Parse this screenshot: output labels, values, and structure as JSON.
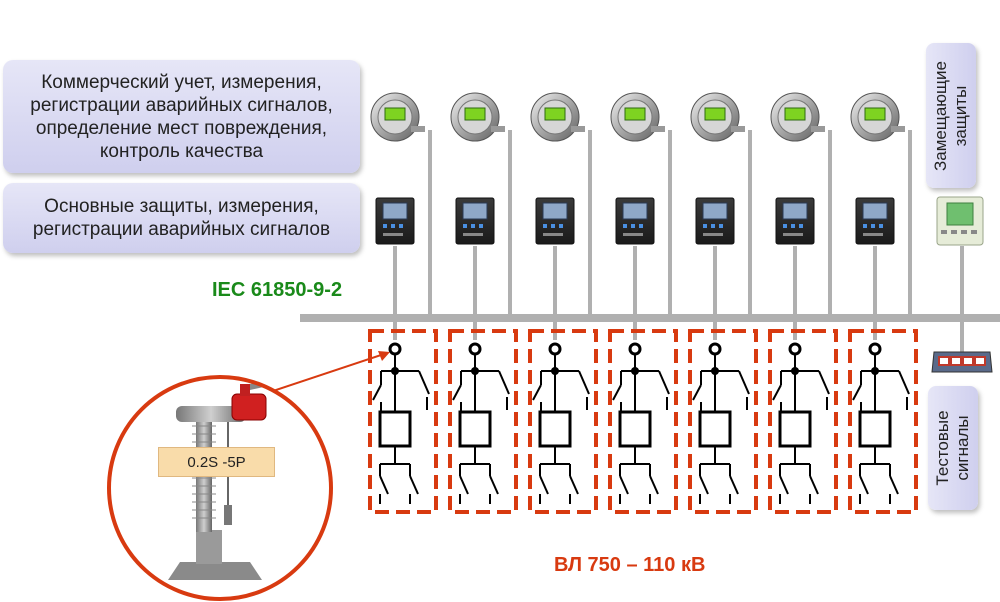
{
  "boxes": {
    "commercial": [
      "Коммерческий учет, измерения,",
      "регистрации аварийных сигналов,",
      "определение мест повреждения,",
      "контроль качества"
    ],
    "main_protection": [
      "Основные защиты, измерения,",
      "регистрации аварийных сигналов"
    ],
    "backup_protection": [
      "Замещающие",
      "защиты"
    ],
    "test_signals": [
      "Тестовые",
      "сигналы"
    ]
  },
  "labels": {
    "bus_standard": "IEC 61850-9-2",
    "line_voltage": "ВЛ 750 – 110 кВ",
    "ct_class": "0.2S -5P"
  },
  "icons": {
    "meter": "electricity-meter-icon",
    "relay": "protection-relay-icon",
    "backup_relay": "backup-relay-icon",
    "test_set": "test-set-icon",
    "ct": "optical-current-transformer-icon"
  },
  "bay_count": 7,
  "colors": {
    "bus": "#b0b0b0",
    "bay_border": "#d83a10",
    "label_green": "#1a8a1a",
    "label_red": "#d83a10",
    "box_fill": "#d9d9f3"
  }
}
